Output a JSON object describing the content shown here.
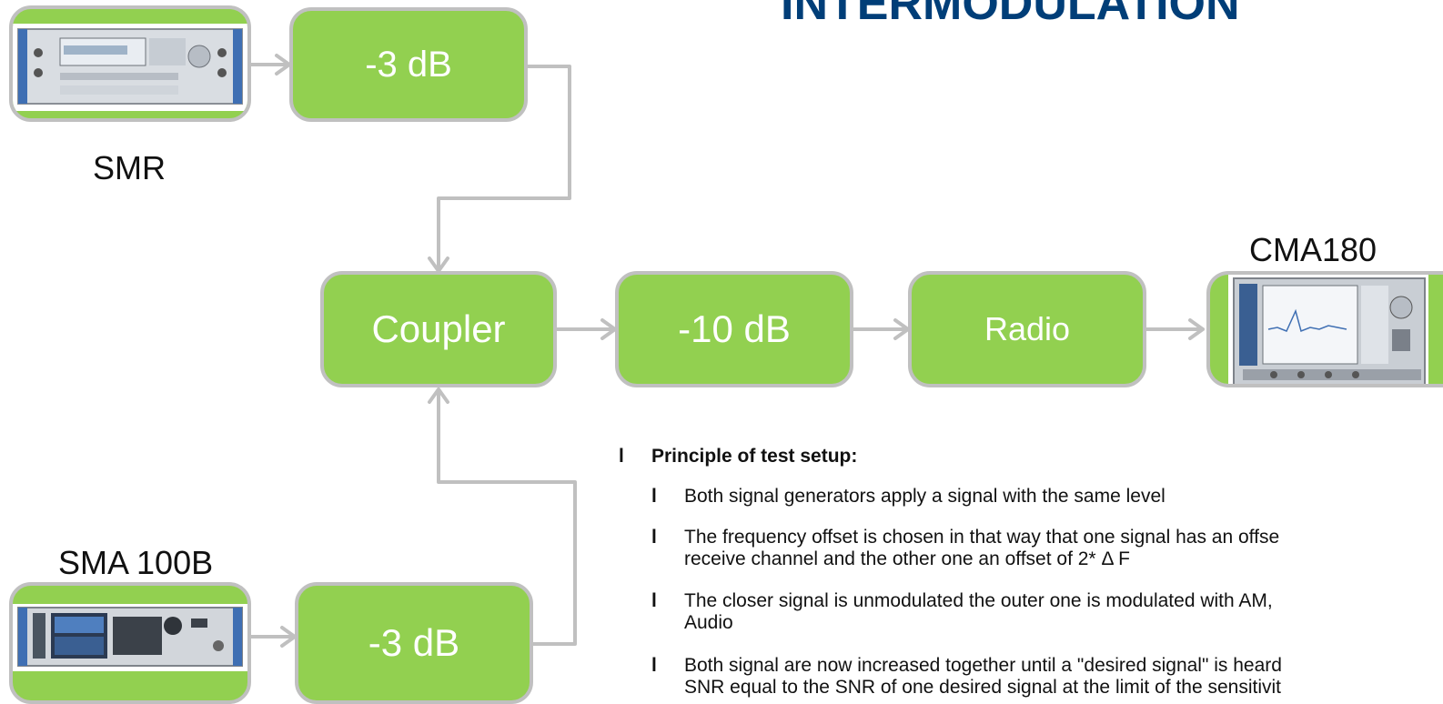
{
  "title": "INTERMODULATION",
  "devices": {
    "smr": "SMR",
    "sma": "SMA 100B",
    "cma": "CMA180"
  },
  "blocks": {
    "att_top": "-3 dB",
    "att_bottom": "-3 dB",
    "coupler": "Coupler",
    "att_10": "-10 dB",
    "radio": "Radio"
  },
  "bullets": {
    "heading": "Principle of test setup:",
    "items": [
      {
        "line1": "Both signal generators apply a signal with the same level"
      },
      {
        "line1": "The frequency offset is chosen in that way that one signal has an offse",
        "line2": "receive channel and the other one an offset of 2* Δ F"
      },
      {
        "line1": "The closer signal is unmodulated the outer one is modulated with AM,",
        "line2": "Audio"
      },
      {
        "line1": "Both signal are now increased together until a \"desired signal\" is heard",
        "line2": "SNR equal to the SNR of one desired signal at the limit of the sensitivit"
      }
    ]
  },
  "colors": {
    "block_fill": "#92d050",
    "block_border": "#c0c0c0",
    "connector": "#c0c0c0",
    "title": "#003e78"
  },
  "icons": {
    "bullet_marker": "l"
  }
}
